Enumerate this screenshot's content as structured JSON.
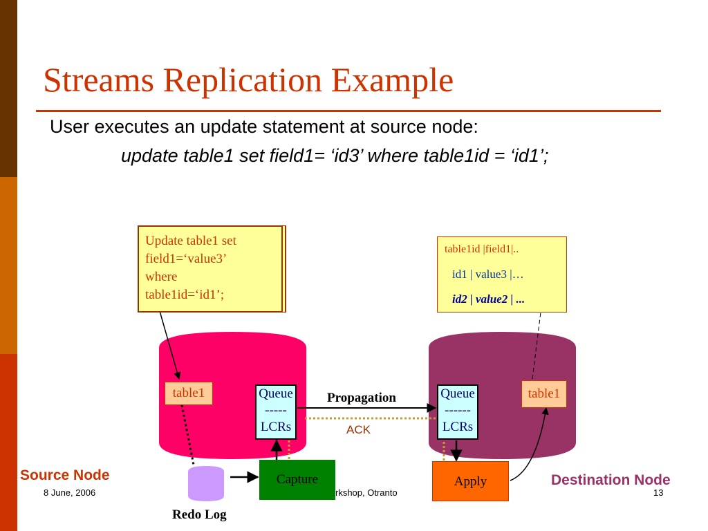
{
  "title": "Streams Replication Example",
  "intro": "User executes an update statement at source node:",
  "statement": "update table1 set field1= ‘id3’ where  table1id = ‘id1’;",
  "note": {
    "lines": [
      "Update table1 set",
      "field1=‘value3’",
      "where",
      "table1id=‘id1’;"
    ]
  },
  "result_table": {
    "header": "table1id |field1|..",
    "row1": "id1  | value3   |…",
    "row2": "id2  | value2 | ..."
  },
  "source_db": {
    "table_label": "table1",
    "queue_label": "Queue",
    "queue_divider": "-----",
    "queue_lcrs": "LCRs"
  },
  "dest_db": {
    "table_label": "table1",
    "queue_label": "Queue",
    "queue_divider": "------",
    "queue_lcrs": "LCRs"
  },
  "propagation_label": "Propagation",
  "ack_label": "ACK",
  "capture_label": "Capture",
  "apply_label": "Apply",
  "redo_log_label": "Redo Log",
  "source_node_label": "Source Node",
  "destination_node_label": "Destination Node",
  "footer": {
    "date": "8 June, 2006",
    "center": "rkshop, Otranto",
    "page": "13"
  },
  "colors": {
    "source_db": "#ff0066",
    "dest_db": "#993366",
    "capture": "#008000",
    "apply": "#ff6600",
    "redo_log": "#cc99ff"
  }
}
